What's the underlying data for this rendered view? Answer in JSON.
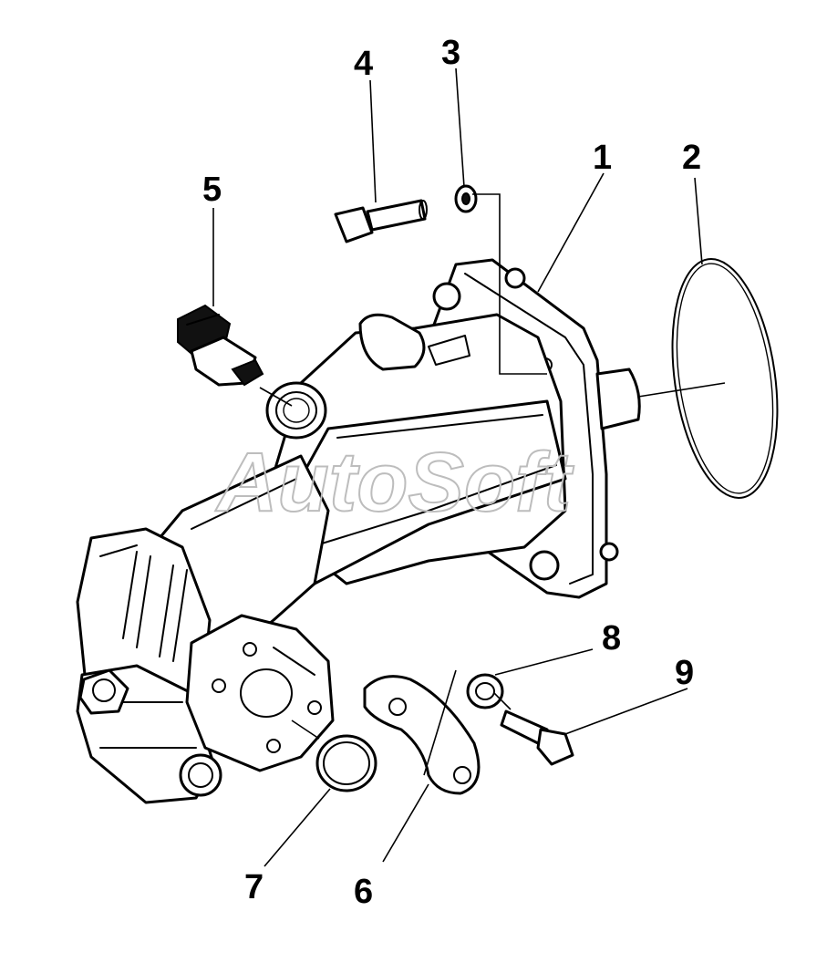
{
  "labels": {
    "l1": "1",
    "l2": "2",
    "l3": "3",
    "l4": "4",
    "l5": "5",
    "l6": "6",
    "l7": "7",
    "l8": "8",
    "l9": "9"
  },
  "watermark": "AutoSoft"
}
